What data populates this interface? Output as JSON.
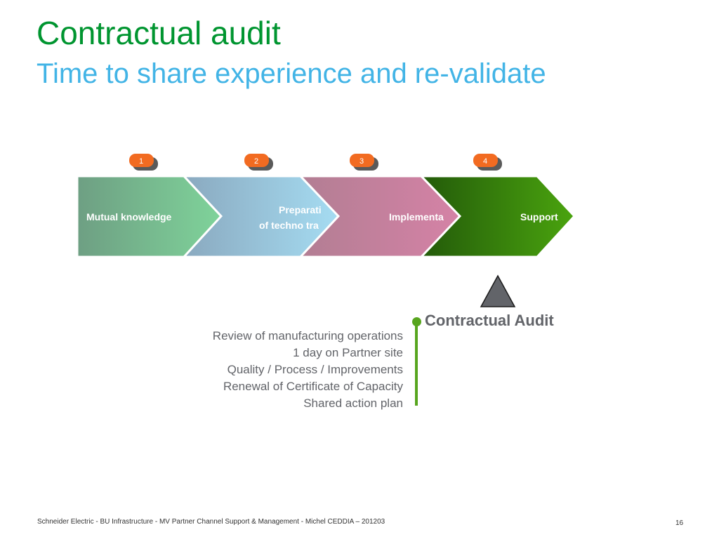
{
  "slide": {
    "title": "Contractual audit",
    "subtitle": "Time to share experience and re-validate"
  },
  "process": {
    "steps": [
      {
        "number": "1",
        "label_lines": [
          "Mutual knowledge"
        ],
        "colors": [
          "#6e9f83",
          "#7fd39a"
        ]
      },
      {
        "number": "2",
        "label_lines": [
          "Preparati",
          "of techno tra"
        ],
        "colors": [
          "#8aa9bf",
          "#a5dcf2"
        ]
      },
      {
        "number": "3",
        "label_lines": [
          "Implementa"
        ],
        "colors": [
          "#b27e93",
          "#d582a6"
        ]
      },
      {
        "number": "4",
        "label_lines": [
          "Support"
        ],
        "colors": [
          "#235a0a",
          "#4aa40e"
        ]
      }
    ],
    "badge_color": "#f26b21",
    "marker_color": "#626469"
  },
  "audit": {
    "title": "Contractual Audit",
    "items": [
      "Review of manufacturing operations",
      "1 day on Partner site",
      "Quality / Process / Improvements",
      "Renewal of Certificate of Capacity",
      "Shared action plan"
    ],
    "accent_color": "#57a51e"
  },
  "footer": {
    "text": "Schneider Electric - BU Infrastructure - MV Partner Channel Support & Management - Michel CEDDIA – 201203",
    "page_number": "16"
  }
}
